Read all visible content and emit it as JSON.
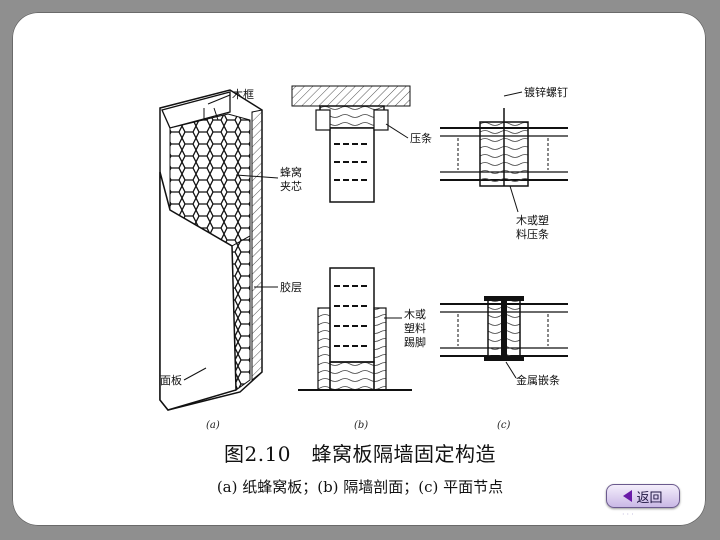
{
  "labels": {
    "wood_frame": "木框",
    "honeycomb_1": "蜂窝",
    "honeycomb_2": "夹芯",
    "glue_layer": "胶层",
    "face_panel": "面板",
    "press_strip": "压条",
    "wood_plastic_1": "木或",
    "wood_plastic_2": "塑料",
    "wood_plastic_3": "踢脚",
    "galv_screw": "镀锌螺钉",
    "wood_strip_1": "木或塑",
    "wood_strip_2": "料压条",
    "metal_strip": "金属嵌条"
  },
  "sub_labels": {
    "a": "(a)",
    "b": "(b)",
    "c": "(c)"
  },
  "caption": {
    "title": "图2.10　蜂窝板隔墙固定构造",
    "subtitle": "(a) 纸蜂窝板；(b) 隔墙剖面；(c) 平面节点"
  },
  "nav": {
    "back_label": "返回"
  },
  "colors": {
    "accent": "#6a1aa8",
    "frame_bg": "#8f8f8f"
  }
}
